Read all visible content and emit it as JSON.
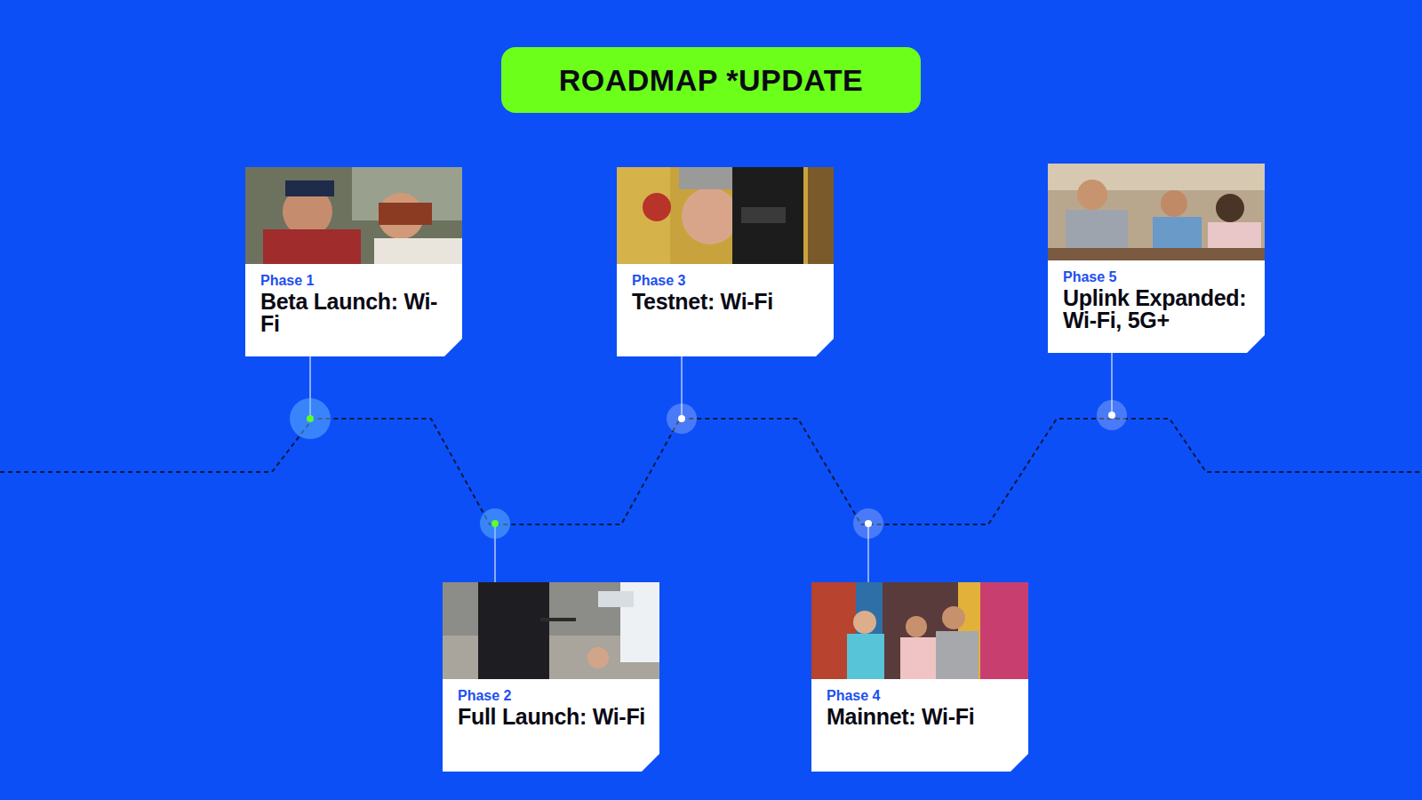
{
  "diagram": {
    "title": "ROADMAP *UPDATE",
    "nodes": [
      {
        "text": [
          "Phase 1",
          "Beta Launch: Wi-Fi"
        ]
      },
      {
        "text": [
          "Phase 2",
          "Full Launch: Wi-Fi"
        ]
      },
      {
        "text": [
          "Phase 3",
          "Testnet: Wi-Fi"
        ]
      },
      {
        "text": [
          "Phase 4",
          "Mainnet: Wi-Fi"
        ]
      },
      {
        "text": [
          "Phase 5",
          "Uplink Expanded: Wi-Fi, 5G+"
        ]
      }
    ]
  }
}
